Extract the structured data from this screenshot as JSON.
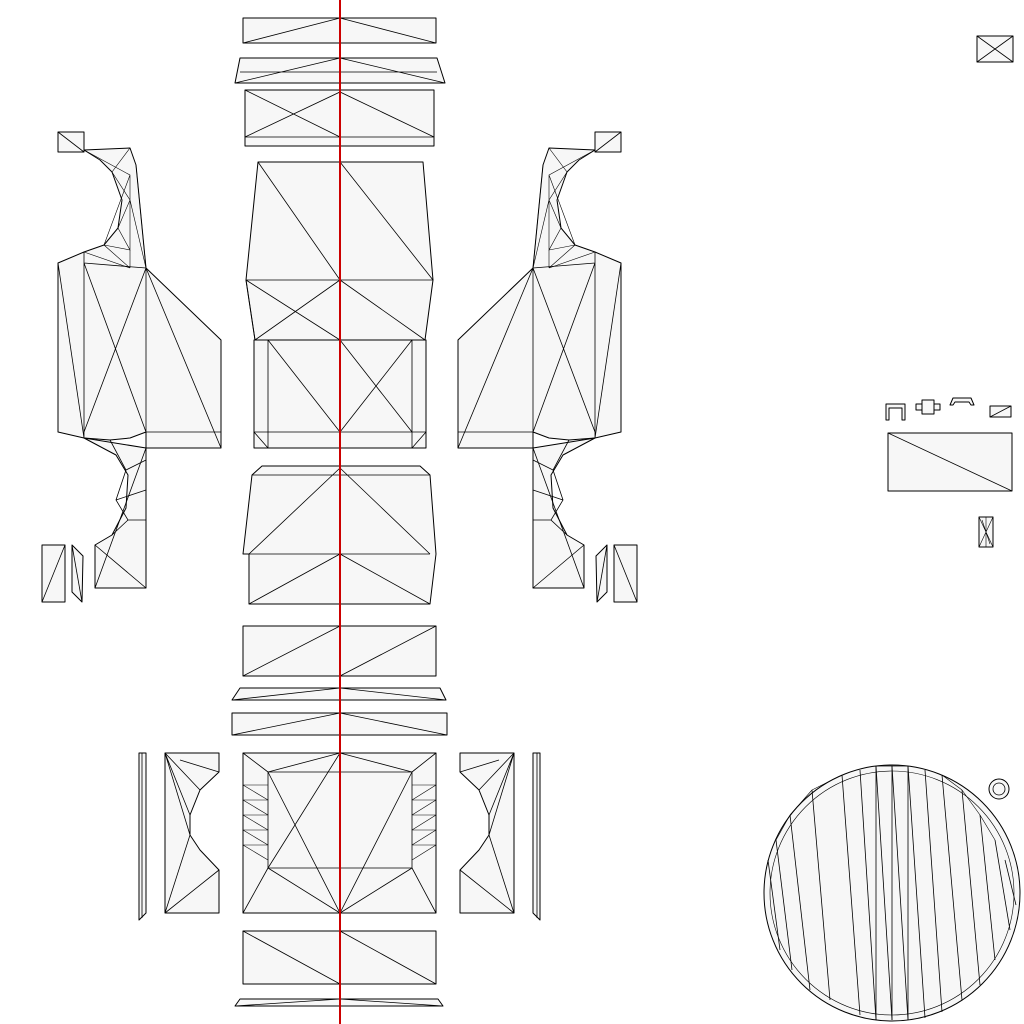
{
  "layout_name": "uv-unwrap-wireframe",
  "colors": {
    "background": "#ffffff",
    "island_fill": "#f7f7f7",
    "edge": "#000000",
    "seam_axis": "#cc0000"
  },
  "islands": [
    "top-strip-1",
    "top-strip-2",
    "roof-panel",
    "body-upper-panel",
    "body-lower-panel",
    "hood-panel",
    "mid-strip-1",
    "mid-strip-2",
    "mid-strip-3",
    "underside-panel",
    "bottom-strip-1",
    "bottom-strip-2",
    "left-side-panel",
    "right-side-panel",
    "left-small-pieces",
    "right-small-pieces",
    "left-lower-pieces",
    "right-lower-pieces",
    "small-square",
    "small-detail-pieces",
    "wide-rect",
    "tiny-column",
    "circular-disc",
    "tiny-ring"
  ]
}
